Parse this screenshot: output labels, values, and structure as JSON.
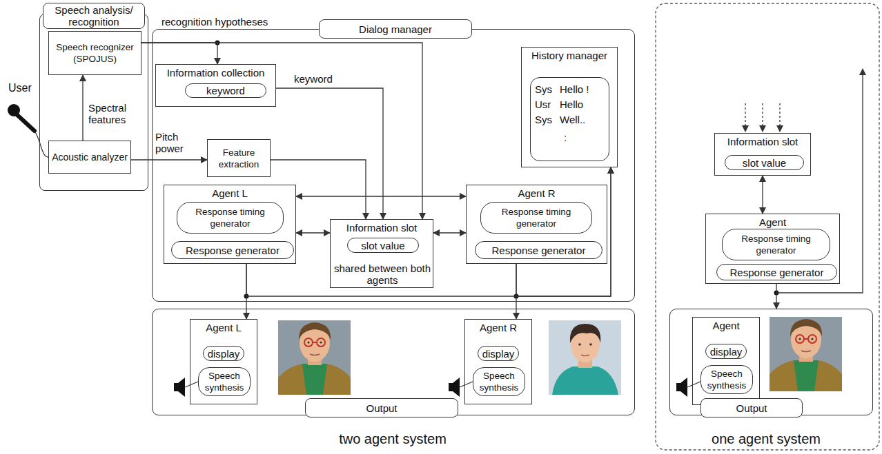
{
  "diagram": {
    "nodes": [
      {
        "text": [
          "Speech analysis/ recognition"
        ]
      },
      {
        "text": [
          "Speech recognizer (SPOJUS)"
        ],
        "in": 0
      },
      {
        "text": [
          "Acoustic analyzer"
        ],
        "in": 0
      },
      {
        "text": [
          "Dialog manager"
        ]
      },
      {
        "text": [
          "Information collection"
        ],
        "in": 3
      },
      {
        "text": [
          "keyword"
        ],
        "in": 4
      },
      {
        "text": [
          "History manager"
        ],
        "in": 3
      },
      {
        "text": [
          "Sys",
          "Hello !",
          "Usr",
          "Hello",
          "Sys",
          "Well..",
          ":"
        ],
        "in": 6
      },
      {
        "text": [
          "Feature extraction"
        ],
        "in": 3
      },
      {
        "text": [
          "Agent L"
        ],
        "in": 3
      },
      {
        "text": [
          "Response timing generator"
        ],
        "in": 9
      },
      {
        "text": [
          "Response generator"
        ],
        "in": 9
      },
      {
        "text": [
          "Information slot",
          "shared between both agents"
        ],
        "in": 3
      },
      {
        "text": [
          "slot value"
        ],
        "in": 12
      },
      {
        "text": [
          "Agent R"
        ],
        "in": 3
      },
      {
        "text": [
          "Response timing generator"
        ],
        "in": 14
      },
      {
        "text": [
          "Response generator"
        ],
        "in": 14
      },
      {
        "text": [
          "Output"
        ]
      },
      {
        "text": [
          "Agent L"
        ],
        "in": 17
      },
      {
        "text": [
          "display"
        ],
        "in": 18
      },
      {
        "text": [
          "Speech synthesis"
        ],
        "in": 18
      },
      {
        "text": [
          "Agent R"
        ],
        "in": 17
      },
      {
        "text": [
          "display"
        ],
        "in": 21
      },
      {
        "text": [
          "Speech synthesis"
        ],
        "in": 21
      },
      {
        "text": [
          "Information slot"
        ]
      },
      {
        "text": [
          "slot value"
        ],
        "in": 24
      },
      {
        "text": [
          "Agent"
        ]
      },
      {
        "text": [
          "Response timing generator"
        ],
        "in": 26
      },
      {
        "text": [
          "Response generator"
        ],
        "in": 26
      },
      {
        "text": [
          "Output"
        ]
      },
      {
        "text": [
          "Agent"
        ],
        "in": 29
      },
      {
        "text": [
          "display"
        ],
        "in": 30
      },
      {
        "text": [
          "Speech synthesis"
        ],
        "in": 30
      }
    ],
    "edges": [
      {
        "from": 2,
        "to": 1,
        "arrow": "to",
        "label": "Spectral features"
      },
      {
        "from": 2,
        "to": 8,
        "arrow": "to",
        "label": "Pitch power"
      },
      {
        "from": 1,
        "to": 4,
        "arrow": "to",
        "label": "recognition hypotheses"
      },
      {
        "from": 1,
        "to": 12,
        "arrow": "to"
      },
      {
        "from": 4,
        "to": 12,
        "arrow": "to",
        "label": "keyword"
      },
      {
        "from": 8,
        "to": 12,
        "arrow": "to"
      },
      {
        "from": 9,
        "to": 12,
        "arrow": "both"
      },
      {
        "from": 14,
        "to": 12,
        "arrow": "both"
      },
      {
        "from": 9,
        "to": 14,
        "arrow": "both"
      },
      {
        "from": 9,
        "to": 18,
        "arrow": "to"
      },
      {
        "from": 14,
        "to": 21,
        "arrow": "to"
      },
      {
        "from": 9,
        "to": 6,
        "arrow": "to"
      },
      {
        "from": 14,
        "to": 6,
        "arrow": "to"
      },
      {
        "from": 24,
        "to": 26,
        "arrow": "both"
      },
      {
        "from": 26,
        "to": 29,
        "arrow": "to"
      }
    ],
    "labels": [
      "User",
      "two agent system",
      "one agent system"
    ]
  }
}
